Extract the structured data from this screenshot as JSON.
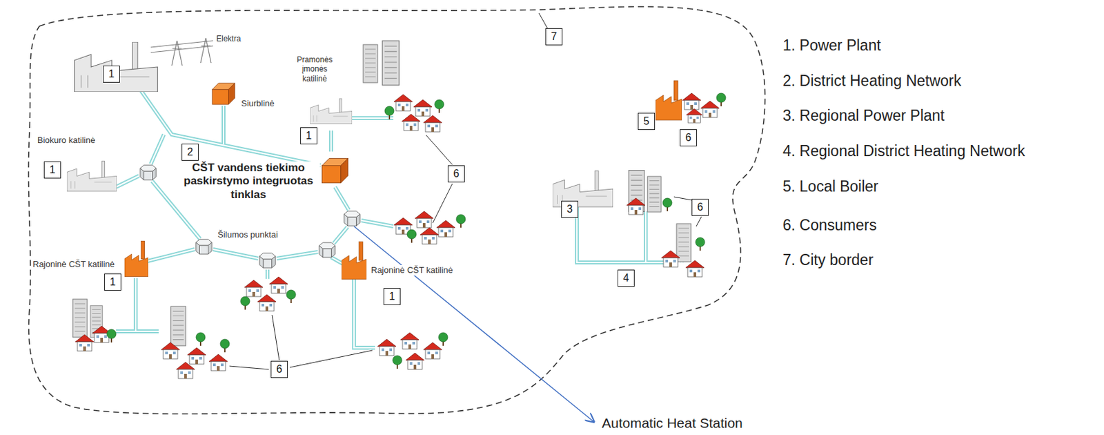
{
  "diagram": {
    "nodes": [
      {
        "text": [
          "7"
        ]
      },
      {
        "text": [
          "1"
        ]
      },
      {
        "text": [
          "5"
        ]
      },
      {
        "text": [
          "1"
        ]
      },
      {
        "text": [
          "6"
        ]
      },
      {
        "text": [
          "2"
        ]
      },
      {
        "text": [
          "1"
        ]
      },
      {
        "text": [
          "6"
        ]
      },
      {
        "text": [
          "6"
        ]
      },
      {
        "text": [
          "3"
        ]
      },
      {
        "text": [
          "4"
        ]
      },
      {
        "text": [
          "1"
        ]
      },
      {
        "text": [
          "1"
        ]
      },
      {
        "text": [
          "6"
        ]
      }
    ],
    "labels": [
      "Elektra",
      "Pramonės įmonės katilinė",
      "Siurblinė",
      "Biokuro katilinė",
      "CŠT vandens tiekimo paskirstymo integruotas tinklas",
      "Šilumos punktai",
      "Rajoninė CŠT katilinė",
      "Rajoninė CŠT katilinė",
      "Automatic Heat Station",
      "1. Power Plant",
      "2. District Heating Network",
      "3. Regional Power Plant",
      "4. Regional District Heating Network",
      "5. Local Boiler",
      "6. Consumers",
      "7. City border"
    ]
  }
}
